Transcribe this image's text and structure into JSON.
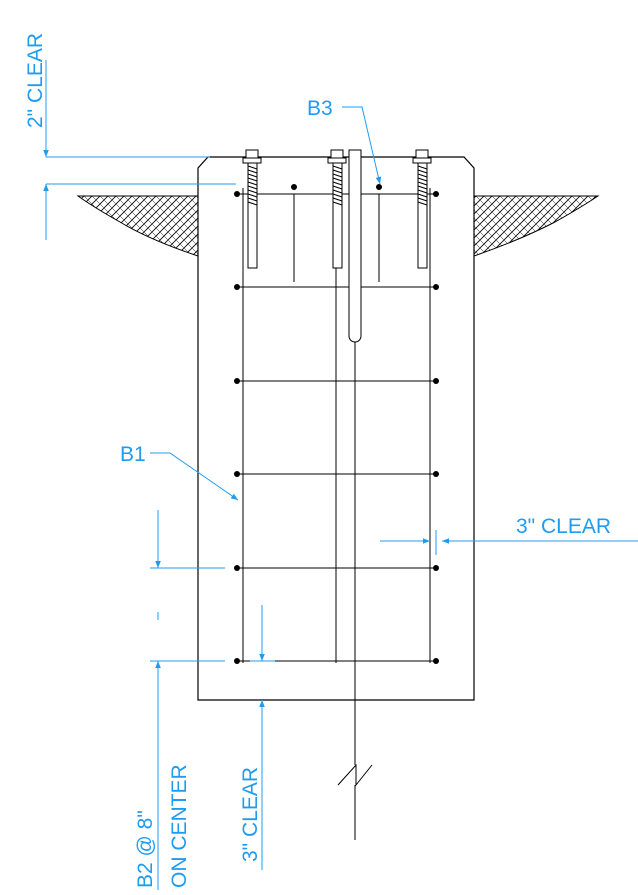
{
  "labels": {
    "top_clear": "2\" CLEAR",
    "b3": "B3",
    "b1": "B1",
    "side_clear": "3\" CLEAR",
    "bottom_clear": "3\" CLEAR",
    "b2_spacing": "B2 @ 8\"",
    "b2_on_center": "ON CENTER"
  },
  "colors": {
    "linework": "#000000",
    "annotation": "#1e9cf0",
    "background": "#ffffff"
  }
}
